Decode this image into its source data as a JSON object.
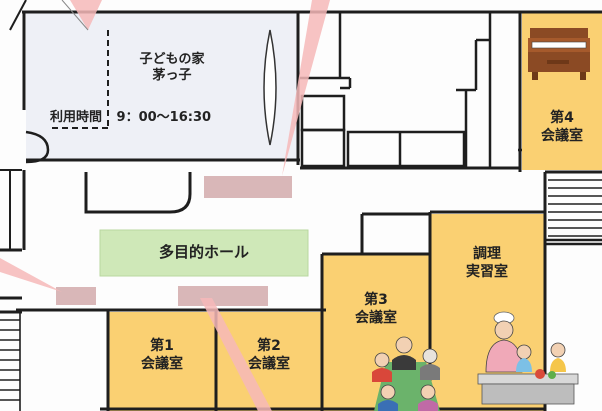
{
  "colors": {
    "kids_room": "#eef0f6",
    "meeting_room": "#fad072",
    "hall_label": "#cfe8b8",
    "door_mat": "#d9b7b8",
    "wall": "#1e1e1e",
    "pointer": "#f6b9b9"
  },
  "kids_room": {
    "name_line1": "子どもの家",
    "name_line2": "茅っ子",
    "hours_label": "利用時間",
    "hours_value": "9：00〜16:30"
  },
  "hall": {
    "label": "多目的ホール"
  },
  "rooms": {
    "room1": {
      "line1": "第1",
      "line2": "会議室"
    },
    "room2": {
      "line1": "第2",
      "line2": "会議室"
    },
    "room3": {
      "line1": "第3",
      "line2": "会議室"
    },
    "room4": {
      "line1": "第4",
      "line2": "会議室"
    },
    "cooking": {
      "line1": "調理",
      "line2": "実習室"
    }
  },
  "icons": {
    "room4": "piano-icon",
    "room3": "meeting-people-icon",
    "cooking": "cooking-class-icon"
  }
}
